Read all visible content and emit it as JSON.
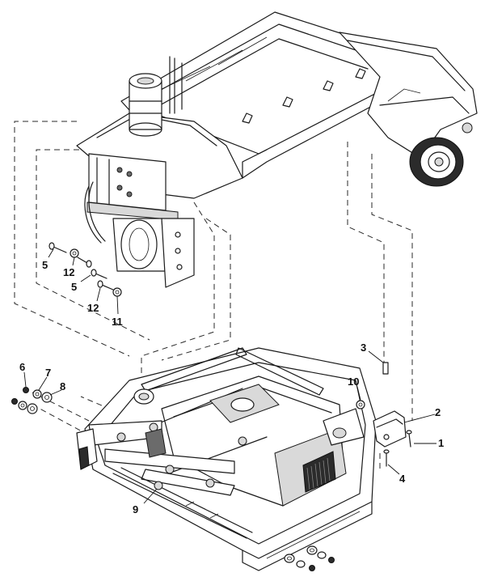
{
  "diagram": {
    "callouts": [
      {
        "id": "c1",
        "text": "1"
      },
      {
        "id": "c2",
        "text": "2"
      },
      {
        "id": "c3",
        "text": "3"
      },
      {
        "id": "c4",
        "text": "4"
      },
      {
        "id": "c5a",
        "text": "5"
      },
      {
        "id": "c5b",
        "text": "5"
      },
      {
        "id": "c6",
        "text": "6"
      },
      {
        "id": "c7",
        "text": "7"
      },
      {
        "id": "c8",
        "text": "8"
      },
      {
        "id": "c9",
        "text": "9"
      },
      {
        "id": "c10",
        "text": "10"
      },
      {
        "id": "c11",
        "text": "11"
      },
      {
        "id": "c12a",
        "text": "12"
      },
      {
        "id": "c12b",
        "text": "12"
      }
    ]
  }
}
